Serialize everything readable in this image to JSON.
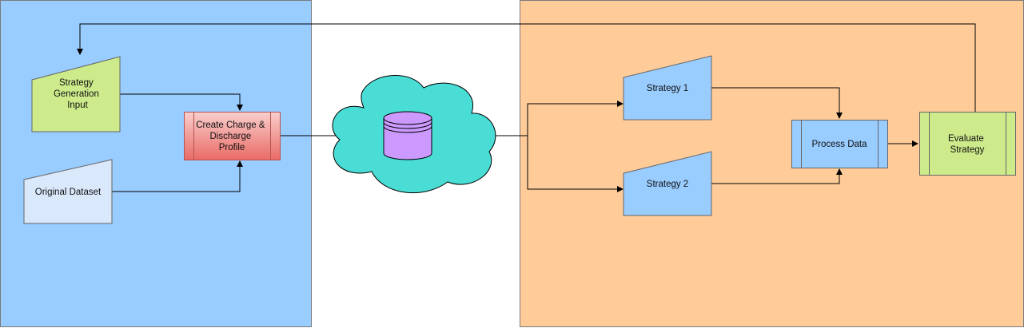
{
  "colors": {
    "left_panel": "#99ccff",
    "right_panel": "#ffcc99",
    "panel_border": "#7a7a7a",
    "strategy_input_fill": "#cdeb8b",
    "dataset_fill": "#dae8fc",
    "process_red_top": "#f8cecc",
    "process_red_bottom": "#ea6b66",
    "cloud_fill": "#49ddd6",
    "db_fill": "#cc99ff",
    "strategy_fill": "#99ccff",
    "process_blue_fill": "#99ccff",
    "evaluate_fill": "#cdeb8b",
    "edge": "#000000"
  },
  "nodes": {
    "strategy_input": {
      "lines": [
        "Strategy",
        "Generation",
        "Input"
      ],
      "icon": "manual-input-shape"
    },
    "original_dataset": {
      "lines": [
        "Original Dataset"
      ],
      "icon": "manual-input-shape"
    },
    "create_profile": {
      "lines": [
        "Create Charge &",
        "Discharge",
        "Profile"
      ],
      "icon": "predefined-process-shape"
    },
    "cloud": {
      "icon": "cloud-icon"
    },
    "database": {
      "icon": "database-icon"
    },
    "strategy_1": {
      "lines": [
        "Strategy 1"
      ],
      "icon": "manual-input-shape"
    },
    "strategy_2": {
      "lines": [
        "Strategy 2"
      ],
      "icon": "manual-input-shape"
    },
    "process_data": {
      "lines": [
        "Process Data"
      ],
      "icon": "predefined-process-shape"
    },
    "evaluate_strategy": {
      "lines": [
        "Evaluate",
        "Strategy"
      ],
      "icon": "predefined-process-shape"
    }
  }
}
